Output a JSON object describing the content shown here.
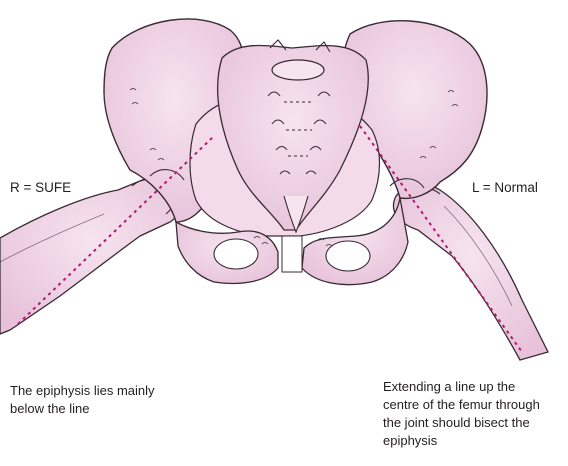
{
  "labels": {
    "right_hip": "R = SUFE",
    "left_hip": "L = Normal"
  },
  "notes": {
    "right_note_lines": [
      "The epiphysis lies mainly",
      "below the line"
    ],
    "left_note_lines": [
      "Extending a line up the",
      "centre of the femur through",
      "the joint should bisect the",
      "epiphysis"
    ]
  },
  "colors": {
    "bone_fill": "#efd3e6",
    "bone_shade": "#e2b6d2",
    "outline": "#3a2a34",
    "guide_line": "#b2186e",
    "text": "#231f20"
  }
}
